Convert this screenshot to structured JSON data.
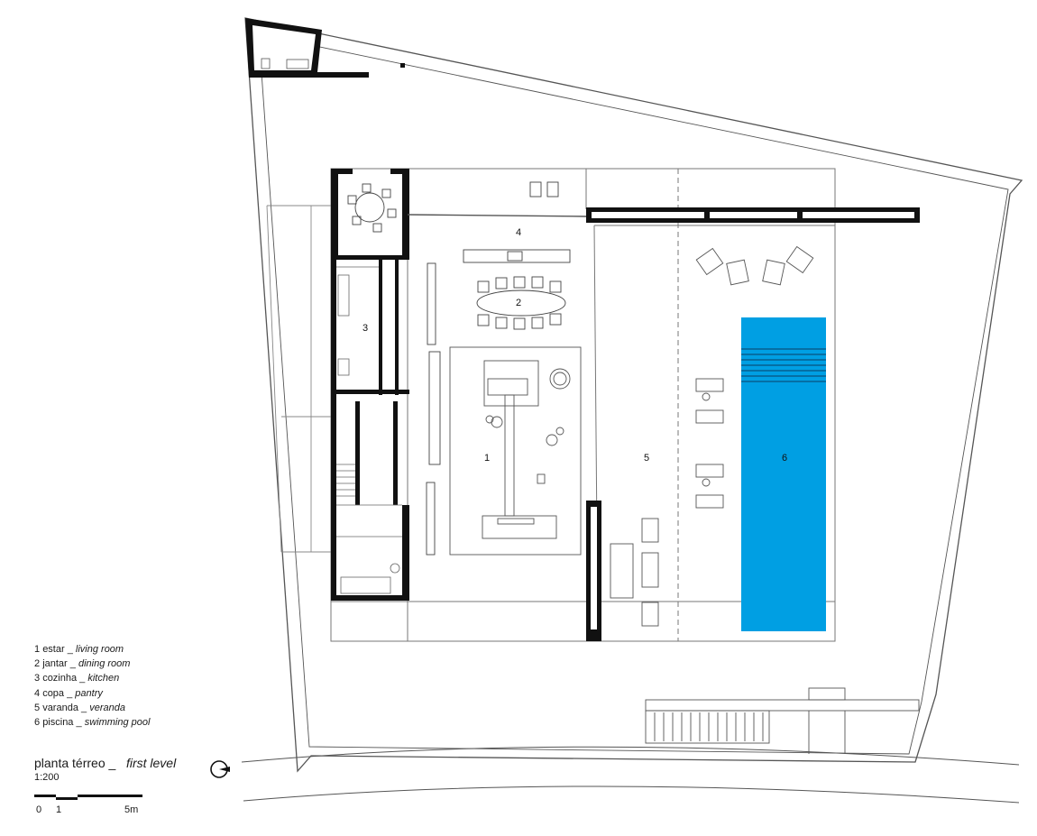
{
  "rooms": [
    {
      "number": "1",
      "pt": "estar",
      "en": "living room"
    },
    {
      "number": "2",
      "pt": "jantar",
      "en": "dining room"
    },
    {
      "number": "3",
      "pt": "cozinha",
      "en": "kitchen"
    },
    {
      "number": "4",
      "pt": "copa",
      "en": "pantry"
    },
    {
      "number": "5",
      "pt": "varanda",
      "en": "veranda"
    },
    {
      "number": "6",
      "pt": "piscina",
      "en": "swimming pool"
    }
  ],
  "legend_separator": "_",
  "title": {
    "pt": "planta térreo",
    "separator": "_",
    "en": "first level"
  },
  "scale": "1:200",
  "scalebar_ticks": {
    "start": "0",
    "one": "1",
    "end": "5m"
  },
  "colors": {
    "pool": "#009fe3",
    "wall": "#111111",
    "line": "#777777"
  },
  "icons": {
    "north_arrow": "north-arrow-icon"
  }
}
